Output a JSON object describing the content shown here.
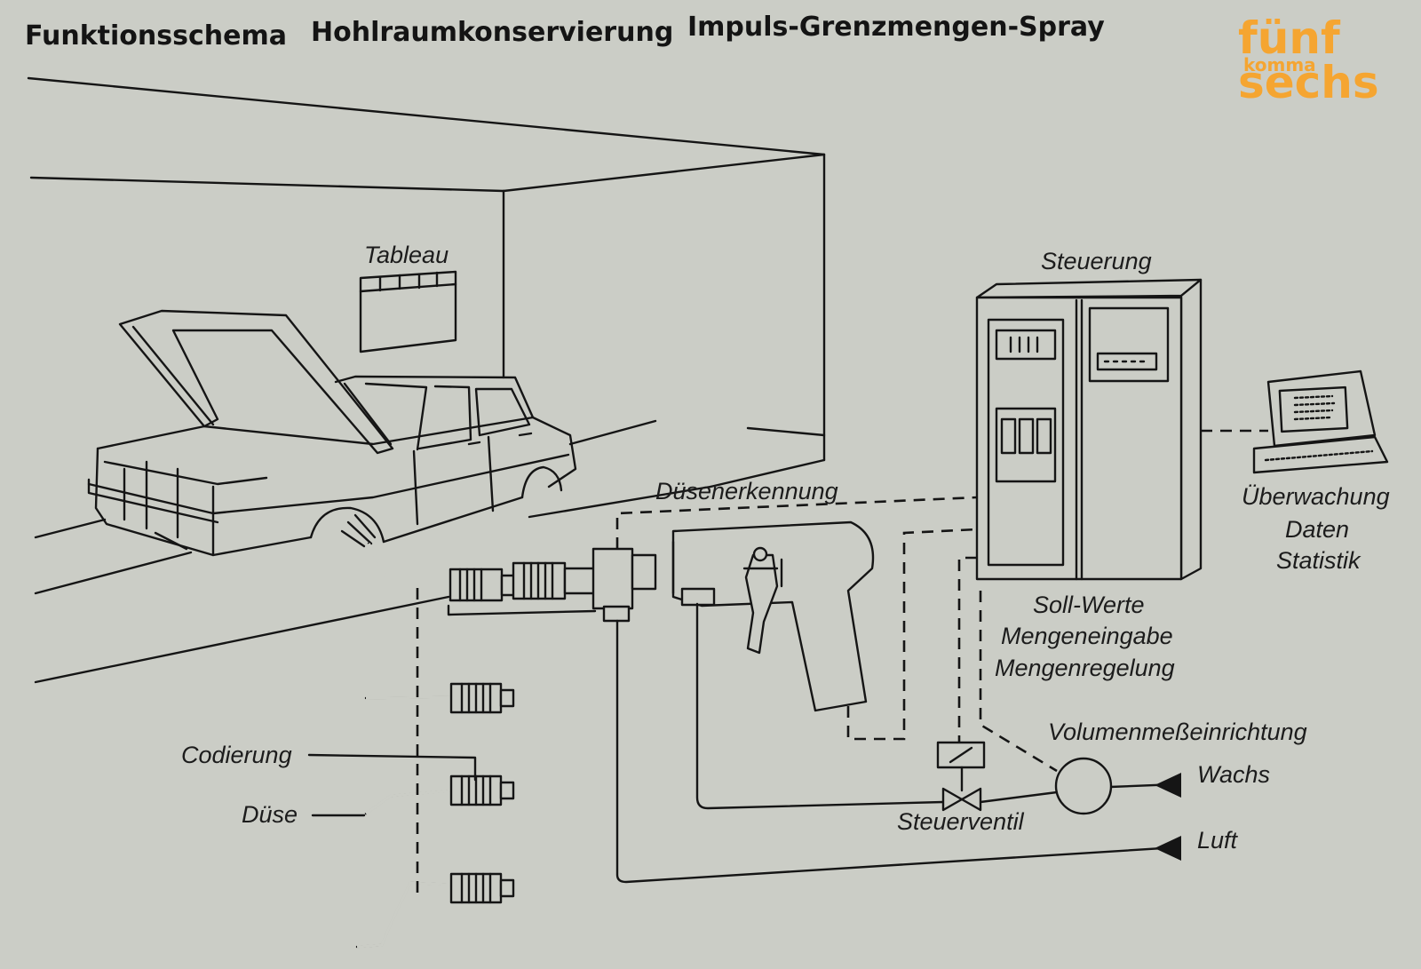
{
  "header": {
    "title_1": "Funktionsschema",
    "title_2": "Hohlraumkonservierung",
    "title_3": "Impuls-Grenzmengen-Spray"
  },
  "logo": {
    "line_1": "fünf",
    "line_2": "komma",
    "line_3": "sechs",
    "color": "#f5a531"
  },
  "labels": {
    "tableau": "Tableau",
    "steuerung": "Steuerung",
    "duesenerkennung": "Düsenerkennung",
    "ueberwachung": "Überwachung",
    "daten": "Daten",
    "statistik": "Statistik",
    "soll_werte": "Soll-Werte",
    "mengeneingabe": "Mengeneingabe",
    "mengenregelung": "Mengenregelung",
    "volumenmesseinrichtung": "Volumenmeßeinrichtung",
    "wachs": "Wachs",
    "luft": "Luft",
    "steuerventil": "Steuerventil",
    "codierung": "Codierung",
    "duese": "Düse"
  },
  "colors": {
    "paper": "#cbcdc6",
    "ink": "#151515"
  }
}
